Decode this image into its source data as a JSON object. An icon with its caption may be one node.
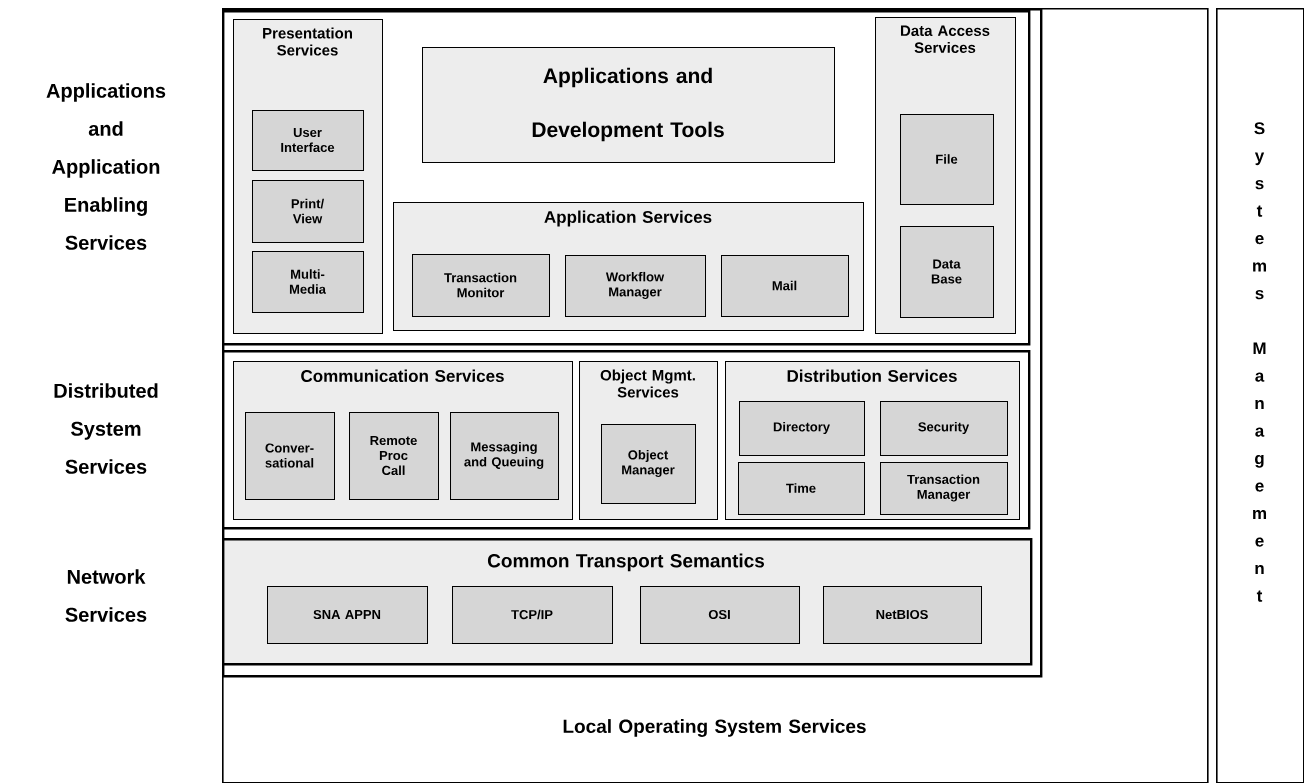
{
  "diagram": {
    "nodes": [
      {
        "text": [
          "Local Operating System Services"
        ]
      },
      {
        "text": [],
        "shape": "box",
        "in": 0
      },
      {
        "text": [
          "Applications and Application Enabling Services"
        ],
        "in": 1
      },
      {
        "text": [
          "Presentation Services"
        ],
        "in": 2
      },
      {
        "text": [
          "User Interface"
        ],
        "in": 3
      },
      {
        "text": [
          "Print/ View"
        ],
        "in": 3
      },
      {
        "text": [
          "Multi- Media"
        ],
        "in": 3
      },
      {
        "text": [
          "Applications and Development Tools"
        ],
        "in": 2
      },
      {
        "text": [
          "Application Services"
        ],
        "in": 2
      },
      {
        "text": [
          "Transaction Monitor"
        ],
        "in": 8
      },
      {
        "text": [
          "Workflow Manager"
        ],
        "in": 8
      },
      {
        "text": [
          "Mail"
        ],
        "in": 8
      },
      {
        "text": [
          "Data Access Services"
        ],
        "in": 2
      },
      {
        "text": [
          "File"
        ],
        "in": 12
      },
      {
        "text": [
          "Data Base"
        ],
        "in": 12
      },
      {
        "text": [
          "Distributed System Services"
        ],
        "in": 1
      },
      {
        "text": [
          "Communication Services"
        ],
        "in": 15
      },
      {
        "text": [
          "Conver- sational"
        ],
        "in": 16
      },
      {
        "text": [
          "Remote Proc Call"
        ],
        "in": 16
      },
      {
        "text": [
          "Messaging and Queuing"
        ],
        "in": 16
      },
      {
        "text": [
          "Object Mgmt. Services"
        ],
        "in": 15
      },
      {
        "text": [
          "Object Manager"
        ],
        "in": 20
      },
      {
        "text": [
          "Distribution Services"
        ],
        "in": 15
      },
      {
        "text": [
          "Directory"
        ],
        "in": 22
      },
      {
        "text": [
          "Security"
        ],
        "in": 22
      },
      {
        "text": [
          "Time"
        ],
        "in": 22
      },
      {
        "text": [
          "Transaction Manager"
        ],
        "in": 22
      },
      {
        "text": [
          "Network Services",
          "Common Transport Semantics"
        ],
        "in": 1
      },
      {
        "text": [
          "SNA APPN"
        ],
        "in": 27
      },
      {
        "text": [
          "TCP/IP"
        ],
        "in": 27
      },
      {
        "text": [
          "OSI"
        ],
        "in": 27
      },
      {
        "text": [
          "NetBIOS"
        ],
        "in": 27
      },
      {
        "text": [
          "Systems Management"
        ]
      }
    ]
  }
}
